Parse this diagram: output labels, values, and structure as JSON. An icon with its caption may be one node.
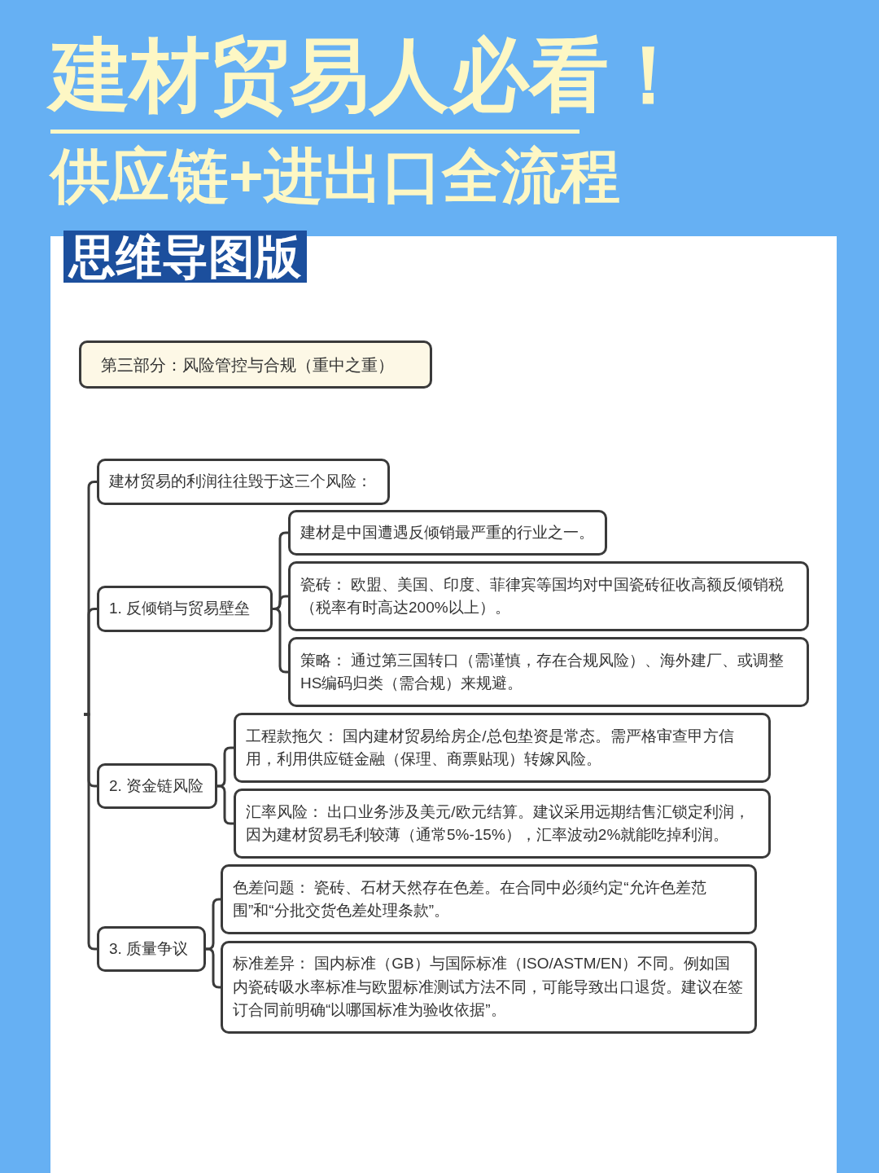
{
  "diagram": {
    "title": "建材贸易人必看！",
    "nodes": [
      {
        "text": [
          "第三部分：风险管控与合规（重中之重）"
        ]
      },
      {
        "text": [
          "建材贸易的利润往往毁于这三个风险："
        ]
      },
      {
        "text": [
          "1. 反倾销与贸易壁垒"
        ]
      },
      {
        "text": [
          "建材是中国遭遇反倾销最严重的行业之一。"
        ]
      },
      {
        "text": [
          "瓷砖： 欧盟、美国、印度、菲律宾等国均对中国瓷砖征收高额反倾销税（税率有时高达200%以上）。"
        ]
      },
      {
        "text": [
          "策略： 通过第三国转口（需谨慎，存在合规风险）、海外建厂、或调整HS编码归类（需合规）来规避。"
        ]
      },
      {
        "text": [
          "2. 资金链风险"
        ]
      },
      {
        "text": [
          "工程款拖欠： 国内建材贸易给房企/总包垫资是常态。需严格审查甲方信用，利用供应链金融（保理、商票贴现）转嫁风险。"
        ]
      },
      {
        "text": [
          "汇率风险： 出口业务涉及美元/欧元结算。建议采用远期结售汇锁定利润，因为建材贸易毛利较薄（通常5%-15%），汇率波动2%就能吃掉利润。"
        ]
      },
      {
        "text": [
          "3. 质量争议"
        ]
      },
      {
        "text": [
          "色差问题： 瓷砖、石材天然存在色差。在合同中必须约定“允许色差范围”和“分批交货色差处理条款”。"
        ]
      },
      {
        "text": [
          "标准差异： 国内标准（GB）与国际标准（ISO/ASTM/EN）不同。例如国内瓷砖吸水率标准与欧盟标准测试方法不同，可能导致出口退货。建议在签订合同前明确“以哪国标准为验收依据”。"
        ]
      }
    ],
    "edges": [
      {
        "from": null,
        "to": 1,
        "arrow": "none"
      },
      {
        "from": null,
        "to": 2,
        "arrow": "none"
      },
      {
        "from": null,
        "to": 6,
        "arrow": "none"
      },
      {
        "from": null,
        "to": 9,
        "arrow": "none"
      },
      {
        "from": 2,
        "to": 3,
        "arrow": "none"
      },
      {
        "from": 2,
        "to": 4,
        "arrow": "none"
      },
      {
        "from": 2,
        "to": 5,
        "arrow": "none"
      },
      {
        "from": 6,
        "to": 7,
        "arrow": "none"
      },
      {
        "from": 6,
        "to": 8,
        "arrow": "none"
      },
      {
        "from": 9,
        "to": 10,
        "arrow": "none"
      },
      {
        "from": 9,
        "to": 11,
        "arrow": "none"
      }
    ],
    "labels": [
      "供应链+进出口全流程",
      "思维导图版"
    ]
  }
}
